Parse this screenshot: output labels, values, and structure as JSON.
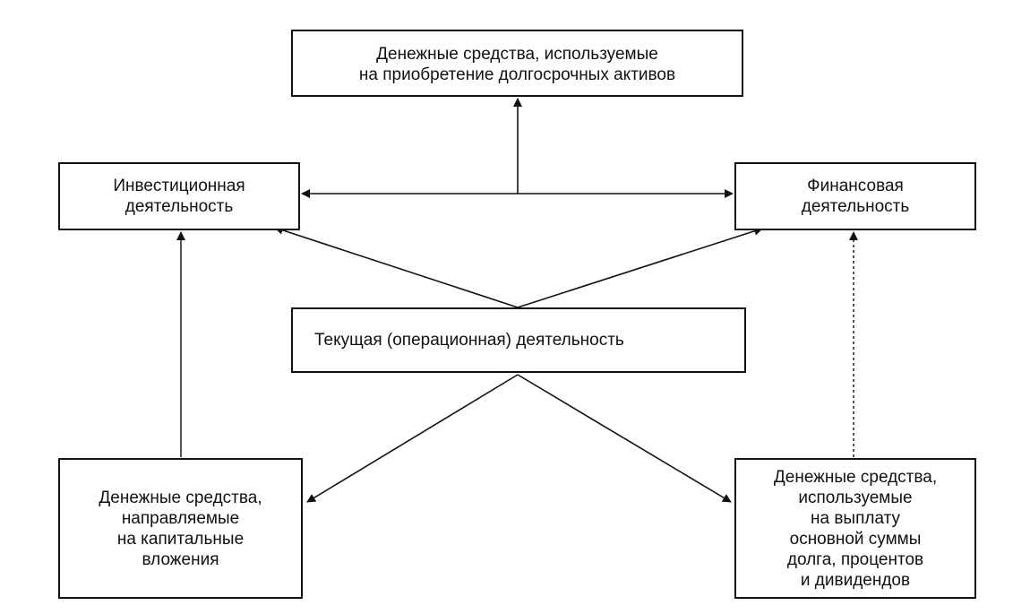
{
  "nodes": {
    "top": {
      "lines": [
        "Денежные средства, используемые",
        "на приобретение долгосрочных активов"
      ]
    },
    "left": {
      "lines": [
        "Инвестиционная",
        "деятельность"
      ]
    },
    "right": {
      "lines": [
        "Финансовая",
        "деятельность"
      ]
    },
    "center": {
      "lines": [
        "Текущая (операционная) деятельность"
      ]
    },
    "bottom_left": {
      "lines": [
        "Денежные средства,",
        "направляемые",
        "на капитальные",
        "вложения"
      ]
    },
    "bottom_right": {
      "lines": [
        "Денежные средства,",
        "используемые",
        "на выплату",
        "основной суммы",
        "долга, процентов",
        "и дивидендов"
      ]
    }
  },
  "colors": {
    "line": "#111111",
    "background": "#ffffff"
  }
}
